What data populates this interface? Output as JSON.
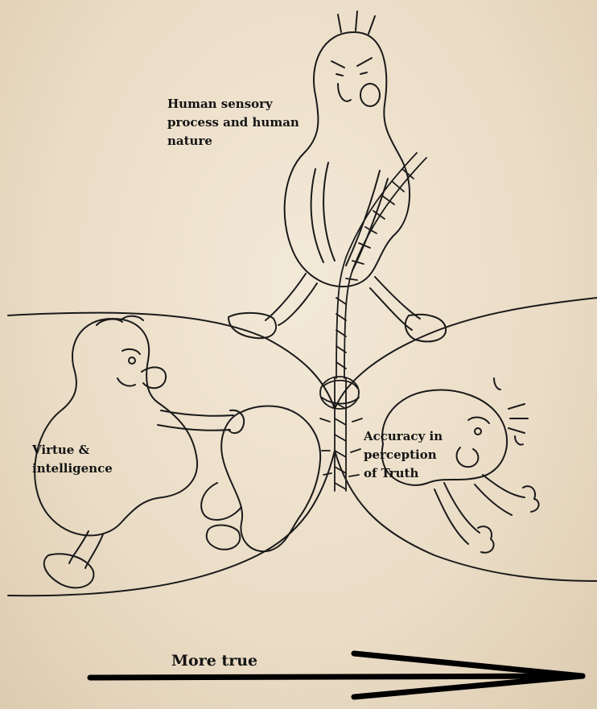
{
  "diagram": {
    "labels": {
      "top": "Human sensory\nprocess and human\nnature",
      "left": "Virtue &\nintelligence",
      "right": "Accuracy in\nperception\nof Truth",
      "arrow": "More true"
    },
    "colors": {
      "paper": "#eadcc5",
      "ink": "#1a1a1a",
      "arrow": "#000000"
    }
  }
}
